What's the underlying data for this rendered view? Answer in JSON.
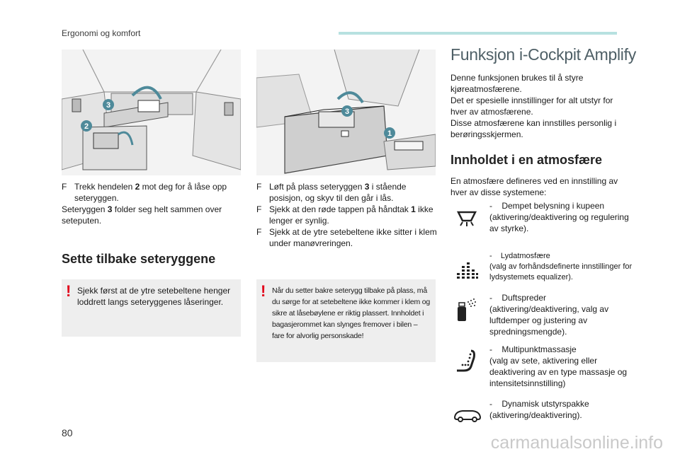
{
  "header": {
    "title": "Ergonomi og komfort"
  },
  "left": {
    "steps": [
      {
        "bullet": "F",
        "pre": "Trekk hendelen ",
        "num": "2",
        "post": " mot deg for å låse opp seteryggen."
      }
    ],
    "note": {
      "pre": "Seteryggen ",
      "num": "3",
      "post": " folder seg helt sammen over seteputen."
    },
    "section_heading": "Sette tilbake seteryggene",
    "warning": "Sjekk først at de ytre setebeltene henger loddrett langs seteryggenes låseringer."
  },
  "middle": {
    "steps": [
      {
        "bullet": "F",
        "pre": "Løft på plass seteryggen ",
        "num": "3",
        "post": " i stående posisjon, og skyv til den går i lås."
      },
      {
        "bullet": "F",
        "pre": "Sjekk at den røde tappen på håndtak ",
        "num": "1",
        "post": " ikke lenger er synlig."
      },
      {
        "bullet": "F",
        "pre": "Sjekk at de ytre setebeltene ikke sitter i klem under manøvreringen.",
        "num": "",
        "post": ""
      }
    ],
    "warning": "Når du setter bakre seterygg tilbake på plass, må du sørge for at setebeltene ikke kommer i klem og sikre at låsebøylene er riktig plassert. Innholdet i bagasjerommet kan slynges fremover i bilen – fare for alvorlig personskade!"
  },
  "right": {
    "title": "Funksjon i-Cockpit Amplify",
    "intro": [
      "Denne funksjonen brukes til å styre kjøreatmosfærene.",
      "Det er spesielle innstillinger for alt utstyr for hver av atmosfærene.",
      "Disse atmosfærene kan innstilles personlig i berøringsskjermen."
    ],
    "section_heading": "Innholdet i en atmosfære",
    "definition": "En atmosfære defineres ved en innstilling av hver av disse systemene:",
    "systems": [
      {
        "icon": "ambient-light-icon",
        "label": "-    Dempet belysning i kupeen",
        "detail": "(aktivering/deaktivering og regulering av styrke)."
      },
      {
        "icon": "sound-equalizer-icon",
        "label": "-    Lydatmosfære",
        "detail": "(valg av forhåndsdefinerte innstillinger for lydsystemets equalizer)."
      },
      {
        "icon": "fragrance-diffuser-icon",
        "label": "-    Duftspreder",
        "detail": "(aktivering/deaktivering, valg av luftdemper og justering av spredningsmengde)."
      },
      {
        "icon": "seat-massage-icon",
        "label": "-    Multipunktmassasje",
        "detail": "(valg av sete, aktivering eller deaktivering av en type massasje og intensitetsinnstilling)"
      },
      {
        "icon": "car-outline-icon",
        "label": "-    Dynamisk utstyrspakke",
        "detail": "(aktivering/deaktivering)."
      }
    ]
  },
  "illustrations": {
    "one": {
      "callouts": [
        "3",
        "2"
      ]
    },
    "two": {
      "callouts": [
        "3",
        "1"
      ]
    }
  },
  "colors": {
    "accent": "#b7e1e0",
    "callout": "#4e8a9a",
    "warning": "#e2001a"
  },
  "footer": {
    "page_number": "80",
    "watermark": "carmanualsonline.info"
  }
}
